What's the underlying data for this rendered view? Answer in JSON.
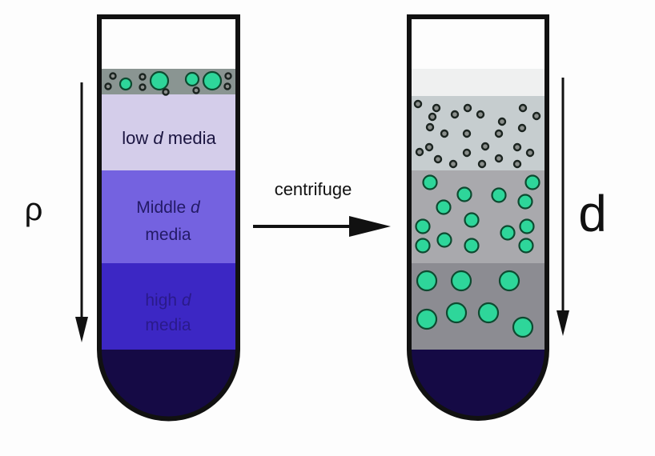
{
  "left_tube": {
    "layers": [
      {
        "name": "empty",
        "label": "",
        "color": "#fdfdfd"
      },
      {
        "name": "particle-mix",
        "label": "",
        "color": "#8a9592"
      },
      {
        "name": "low-density",
        "label_line1": "low",
        "label_italic": "d",
        "label_line1_after": "media",
        "color": "#d4cdea"
      },
      {
        "name": "middle-density",
        "label_line1": "Middle",
        "label_italic": "d",
        "label_line2": "media",
        "color": "#7462e0"
      },
      {
        "name": "high-density",
        "label_line1": "high",
        "label_italic": "d",
        "label_line2": "media",
        "color": "#3c27c4"
      },
      {
        "name": "bottom",
        "label": "",
        "color": "#150a45"
      }
    ]
  },
  "right_tube": {
    "layers": [
      {
        "name": "empty",
        "color": "#fdfdfd"
      },
      {
        "name": "clear",
        "color": "#eff0f0"
      },
      {
        "name": "small-particles",
        "color": "#c6cdcf"
      },
      {
        "name": "medium-particles",
        "color": "#a9a9ad"
      },
      {
        "name": "large-particles",
        "color": "#8c8c92"
      },
      {
        "name": "bottom",
        "color": "#150a45"
      }
    ]
  },
  "labels": {
    "rho": "ρ",
    "d": "d",
    "process": "centrifuge"
  },
  "colors": {
    "particle_fill": "#2ed69a",
    "particle_stroke": "#0d4a30",
    "small_particle_fill": "#8b8f8c",
    "outline": "#111111"
  }
}
